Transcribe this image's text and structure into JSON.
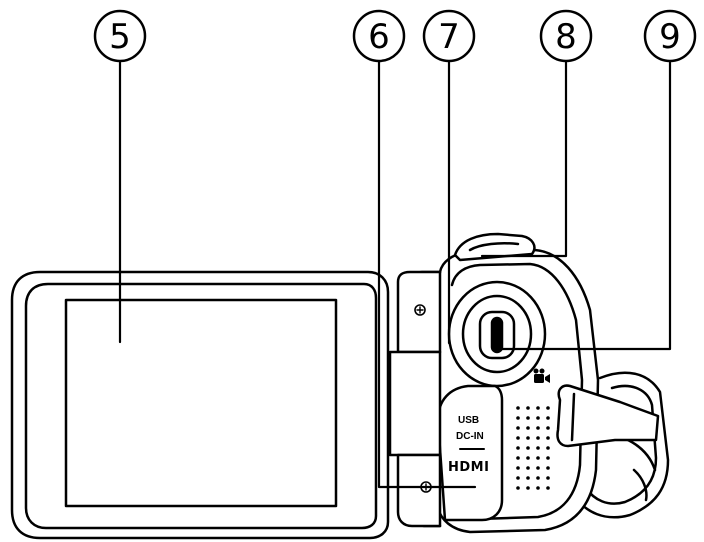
{
  "callouts": [
    {
      "id": "callout-5",
      "number": "5"
    },
    {
      "id": "callout-6",
      "number": "6"
    },
    {
      "id": "callout-7",
      "number": "7"
    },
    {
      "id": "callout-8",
      "number": "8"
    },
    {
      "id": "callout-9",
      "number": "9"
    }
  ],
  "ports": {
    "usb": "USB",
    "dc_in": "DC-IN",
    "hdmi": "HDMI"
  },
  "icons": [
    "movie-mode-icon",
    "screw-icon",
    "speaker-grille"
  ],
  "colors": {
    "line": "#000000",
    "background": "#ffffff",
    "body": "#ffffff"
  }
}
